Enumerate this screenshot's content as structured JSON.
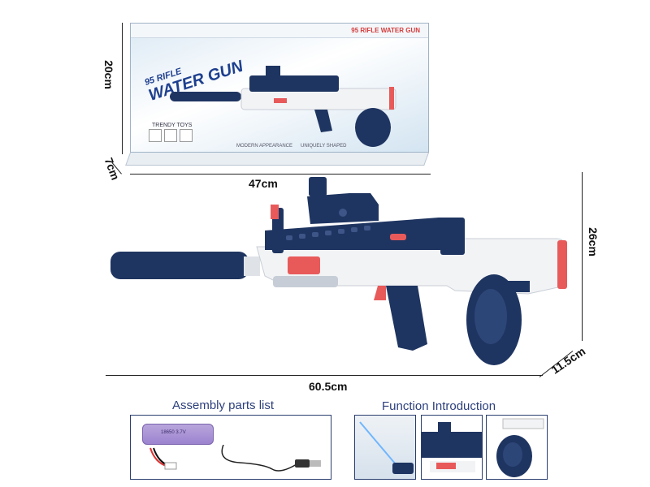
{
  "box": {
    "title_line1": "95 RIFLE",
    "title_line2": "WATER GUN",
    "brand_text": "95 RIFLE WATER GUN",
    "trendy_label": "TRENDY TOYS",
    "footer_items": [
      "MODERN APPEARANCE",
      "UNIQUELY SHAPED"
    ]
  },
  "dimensions": {
    "box_height": "20cm",
    "box_depth": "7cm",
    "box_width": "47cm",
    "gun_height": "26cm",
    "gun_length": "60.5cm",
    "gun_depth": "11.5cm"
  },
  "sections": {
    "assembly_title": "Assembly parts list",
    "function_title": "Function Introduction"
  },
  "colors": {
    "navy": "#1f3561",
    "accent_red": "#e85a5a",
    "title_blue": "#2c3f7c"
  }
}
